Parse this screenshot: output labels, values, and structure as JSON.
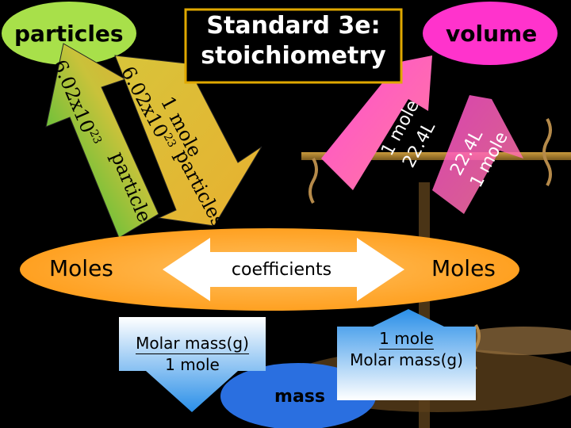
{
  "title": {
    "line1": "Standard 3e:",
    "line2": "stoichiometry"
  },
  "bubbles": {
    "particles": "particles",
    "volume": "volume",
    "mass": "mass"
  },
  "central": {
    "left": "Moles",
    "right": "Moles",
    "arrow_label": "coefficients"
  },
  "arrows": {
    "particles_outer": {
      "line1": "6.02x10",
      "sup": "23",
      "line2": "1 mole"
    },
    "particles_inner": {
      "line1": "1 mole",
      "line2": "6.02x10",
      "sup": "23",
      "line3": "particles"
    },
    "particles_outer_tail": "particles",
    "volume_outer": {
      "line1": "22.4L",
      "line2": "1 mole"
    },
    "volume_inner": {
      "line1": "1 mole",
      "line2": "22.4L"
    },
    "mass_left": {
      "line1": "Molar mass(g)",
      "line2": "1 mole"
    },
    "mass_right": {
      "line1": "1 mole",
      "line2": "Molar mass(g)"
    }
  },
  "colors": {
    "particles_bubble": "#a8e04a",
    "volume_bubble": "#ff33cc",
    "mass_bubble": "#2a6fe0",
    "moles_ellipse": "#ff9a14",
    "title_border": "#e0a800"
  }
}
